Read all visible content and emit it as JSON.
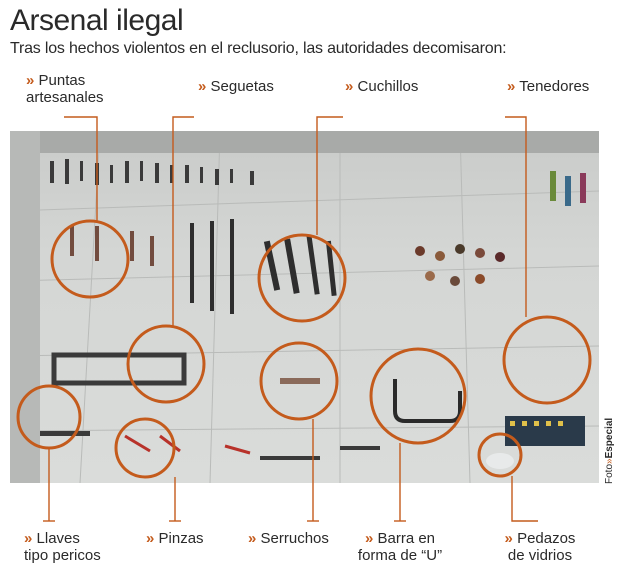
{
  "header": {
    "title": "Arsenal ilegal",
    "subtitle": "Tras los hechos violentos en el reclusorio, las autoridades decomisaron:"
  },
  "credit": {
    "arrow": "»",
    "prefix": "Foto",
    "source": "Especial"
  },
  "labels": {
    "chevron": "»",
    "puntas_line1": "Puntas",
    "puntas_line2": "artesanales",
    "seguetas": "Seguetas",
    "cuchillos": "Cuchillos",
    "tenedores": "Tenedores",
    "llaves_line1": "Llaves",
    "llaves_line2": "tipo pericos",
    "pinzas": "Pinzas",
    "serruchos": "Serruchos",
    "barra_line1": "Barra en",
    "barra_line2": "forma de “U”",
    "pedazos_line1": "Pedazos",
    "pedazos_line2": "de vidrios"
  },
  "colors": {
    "accent": "#c45b1c",
    "text": "#2a2a2a"
  }
}
